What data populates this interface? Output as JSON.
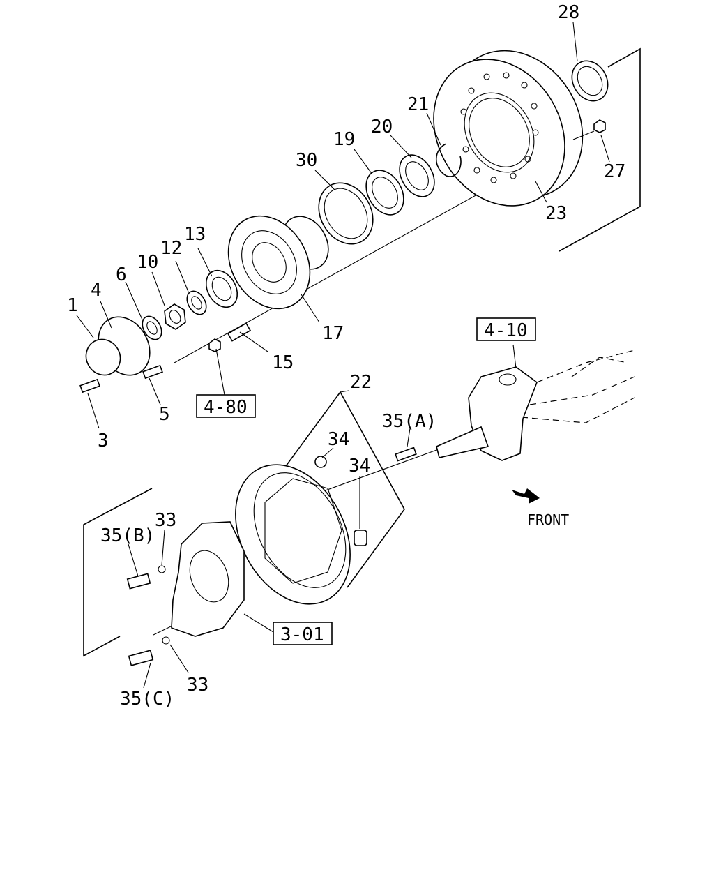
{
  "diagram": {
    "callouts": {
      "c1": "1",
      "c3": "3",
      "c4": "4",
      "c5": "5",
      "c6": "6",
      "c10": "10",
      "c12": "12",
      "c13": "13",
      "c15": "15",
      "c17": "17",
      "c19": "19",
      "c20": "20",
      "c21": "21",
      "c22": "22",
      "c23": "23",
      "c27": "27",
      "c28": "28",
      "c30": "30",
      "c33a": "33",
      "c33b": "33",
      "c34a": "34",
      "c34b": "34",
      "c35a": "35(A)",
      "c35b": "35(B)",
      "c35c": "35(C)"
    },
    "references": {
      "r410": "4-10",
      "r480": "4-80",
      "r301": "3-01"
    },
    "direction": {
      "front_label": "FRONT",
      "arrow_icon": "arrow-right-down-icon"
    }
  }
}
